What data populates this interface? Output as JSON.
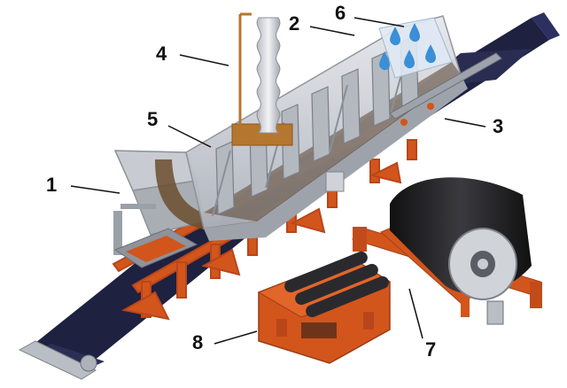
{
  "callouts": [
    {
      "id": "1",
      "text": "1"
    },
    {
      "id": "2",
      "text": "2"
    },
    {
      "id": "3",
      "text": "3"
    },
    {
      "id": "4",
      "text": "4"
    },
    {
      "id": "5",
      "text": "5"
    },
    {
      "id": "6",
      "text": "6"
    },
    {
      "id": "7",
      "text": "7"
    },
    {
      "id": "8",
      "text": "8"
    }
  ],
  "colors": {
    "belt": "#1e2140",
    "frame_orange": "#d2551c",
    "hood_gray": "#c9ccd3",
    "water_blue": "#3a8fd6",
    "roller_dark": "#2a2a2e"
  },
  "icons": [
    "water-drop-icon",
    "fan-exhaust-icon"
  ]
}
